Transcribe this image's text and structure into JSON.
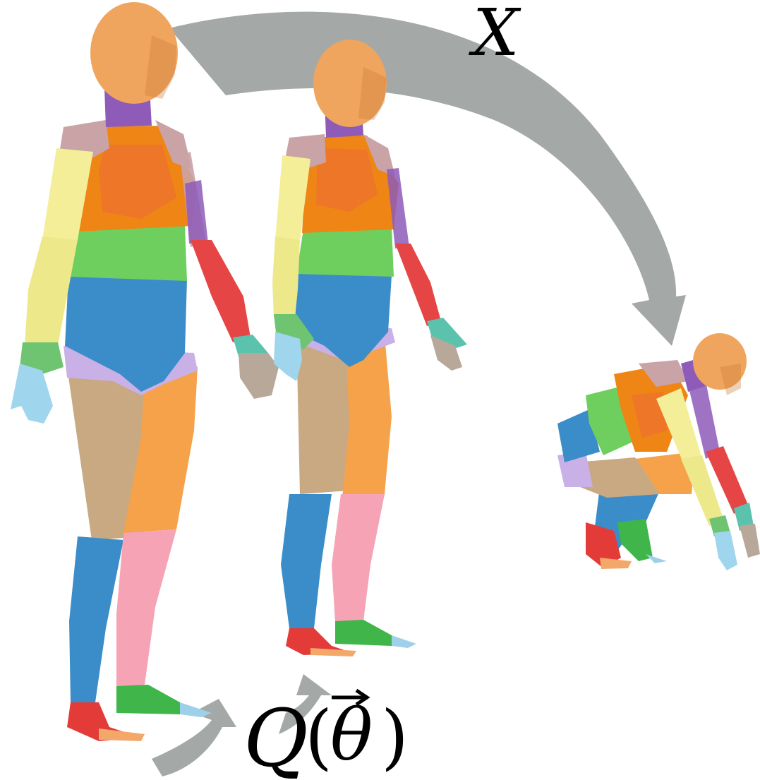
{
  "labels": {
    "transform_symbol": "X",
    "pose_function_name": "Q",
    "pose_open_paren": "(",
    "pose_parameter": "θ",
    "pose_close_paren": ")"
  },
  "colors": {
    "arrow": "#a4a8a7",
    "head": "#f0a55e",
    "neck": "#8e5bb8",
    "upper_chest": "#ee8514",
    "breast": "#ee6a3a",
    "shoulder": "#c9a3a6",
    "upper_arm": "#f3ee97",
    "forearm_left": "#ede98a",
    "forearm_right": "#e64545",
    "hand_left": "#9fd6ee",
    "hand_right": "#b8a89a",
    "wrist": "#6fc472",
    "wrist_right": "#5bc2ae",
    "waist": "#6fcf5e",
    "abdomen": "#3a8dc8",
    "hips": "#c9b0e6",
    "thigh_left": "#c8a982",
    "thigh_right": "#f6a24a",
    "shin_left": "#3a8dc8",
    "shin_right": "#f5a3b5",
    "foot_left": "#e33b38",
    "foot_right": "#3fb54a",
    "toes": "#f3a86a",
    "toes_right": "#9fd0ea"
  }
}
